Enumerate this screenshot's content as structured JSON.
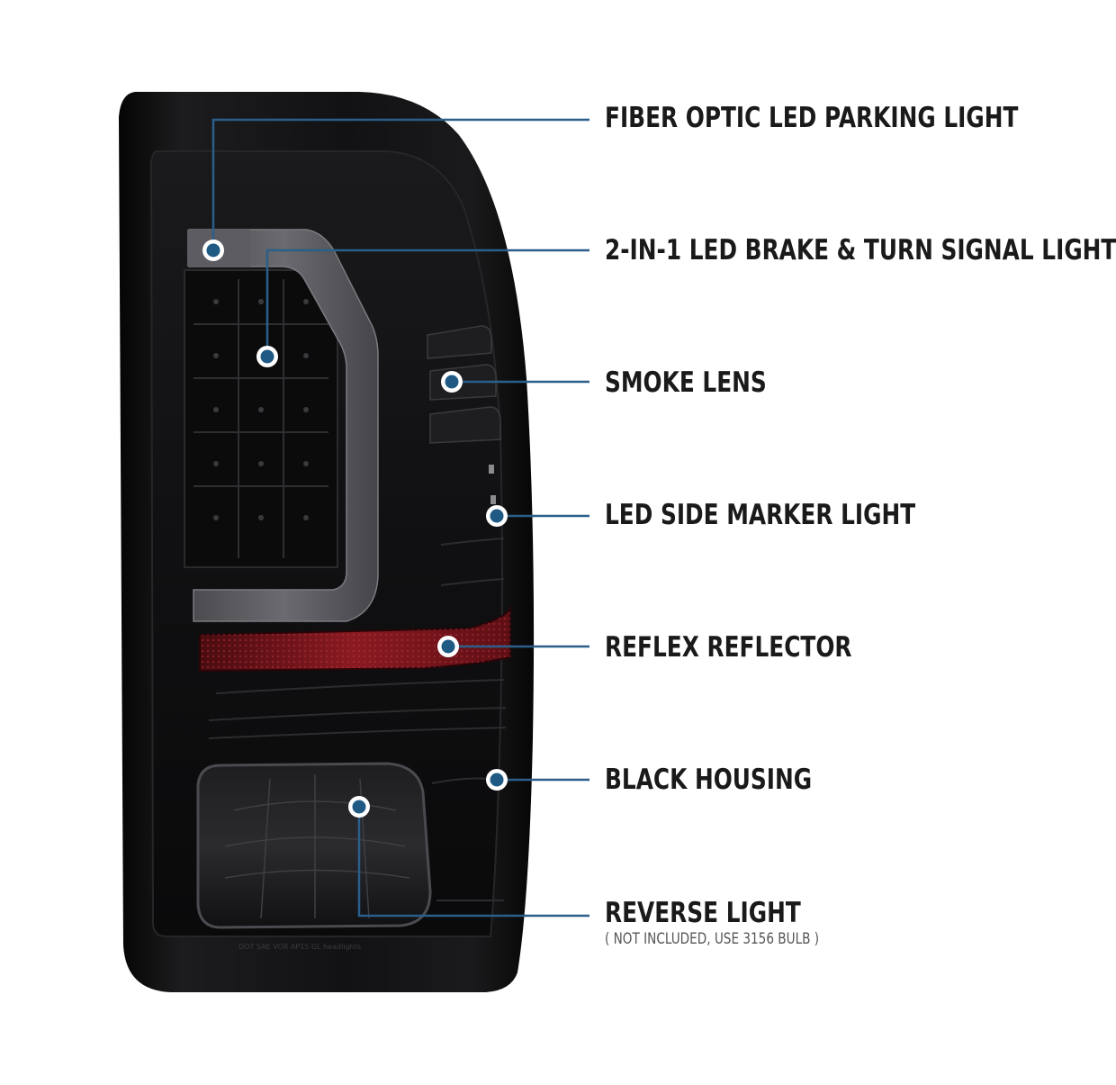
{
  "callouts": [
    {
      "id": "fiber-optic",
      "label": "FIBER OPTIC LED PARKING LIGHT"
    },
    {
      "id": "brake-turn",
      "label": "2-IN-1 LED BRAKE & TURN SIGNAL LIGHT"
    },
    {
      "id": "smoke-lens",
      "label": "SMOKE LENS"
    },
    {
      "id": "side-marker",
      "label": "LED SIDE MARKER LIGHT"
    },
    {
      "id": "reflex-reflector",
      "label": "REFLEX REFLECTOR"
    },
    {
      "id": "black-housing",
      "label": "BLACK HOUSING"
    },
    {
      "id": "reverse-light",
      "label": "REVERSE LIGHT",
      "note": "( NOT INCLUDED, USE 3156 BULB )"
    }
  ],
  "lens_imprint": "DOT SAE VOR AP15 GL headlights",
  "colors": {
    "leader_line": "#2b5f8a",
    "dot_fill": "#1f5a85",
    "label_text": "#1a1a1a",
    "reflector_red": "#8a1a22"
  }
}
